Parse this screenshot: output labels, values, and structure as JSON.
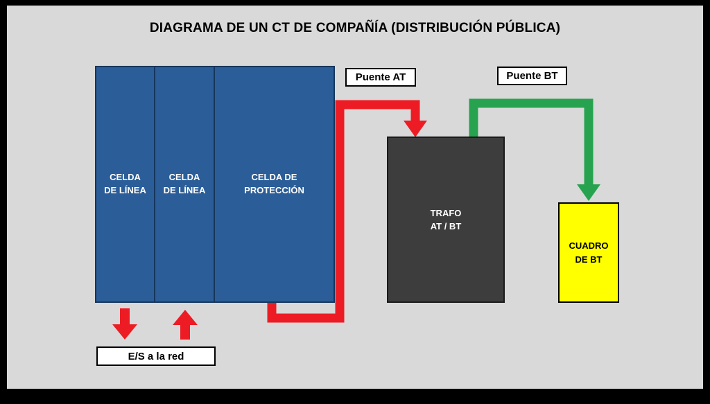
{
  "title": "DIAGRAMA DE UN CT DE COMPAÑÍA (DISTRIBUCIÓN PÚBLICA)",
  "blocks": {
    "celda_linea_1": "CELDA\nDE LÍNEA",
    "celda_linea_2": "CELDA\nDE LÍNEA",
    "celda_proteccion": "CELDA DE\nPROTECCIÓN",
    "trafo": "TRAFO\nAT / BT",
    "cuadro_bt": "CUADRO\nDE BT"
  },
  "labels": {
    "puente_at": "Puente AT",
    "puente_bt": "Puente BT",
    "es_a_la_red": "E/S a la red"
  },
  "colors": {
    "frame": "#000000",
    "background": "#d9d9d9",
    "cell_blue": "#2b5e98",
    "cell_border": "#16365c",
    "trafo_gray": "#3d3d3d",
    "cuadro_yellow": "#ffff00",
    "arrow_red": "#ed1c24",
    "arrow_green": "#27a350"
  }
}
